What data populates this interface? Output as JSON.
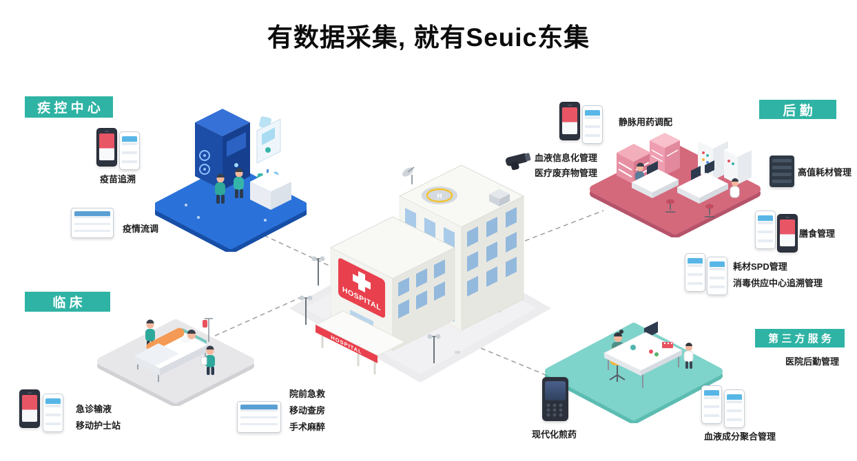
{
  "title": "有数据采集, 就有Seuic东集",
  "badges": {
    "cdc": "疾 控 中 心",
    "logistics": "后 勤",
    "clinical": "临 床",
    "third_party": "第 三 方 服 务"
  },
  "labels": {
    "vaccine_trace": "疫苗追溯",
    "epidemic_survey": "疫情流调",
    "iv_drug_dispensing": "静脉用药调配",
    "blood_info_mgmt": "血液信息化管理",
    "medical_waste_mgmt": "医疗废弃物管理",
    "high_value_consumables_mgmt": "高值耗材管理",
    "meal_mgmt": "膳食管理",
    "consumable_spd_mgmt": "耗材SPD管理",
    "cssd_trace_mgmt": "消毒供应中心追溯管理",
    "hospital_logistics_mgmt": "医院后勤管理",
    "emergency_infusion": "急诊输液",
    "mobile_nurse_station": "移动护士站",
    "prehospital_first_aid": "院前急救",
    "mobile_ward_rounds": "移动查房",
    "surgical_anesthesia": "手术麻醉",
    "modern_decoction": "现代化煎药",
    "blood_component_mgmt": "血液成分聚合管理"
  },
  "hospital": {
    "sign": "HOSPITAL",
    "canopy_sign": "HOSPITAL",
    "helipad_letter": "H"
  },
  "colors": {
    "badge_teal": "#2fb3a4",
    "platform_blue": "#2a72d9",
    "platform_pink": "#d4697c",
    "platform_gray": "#e7e7ea",
    "platform_teal": "#7ed3ca",
    "hospital_red": "#e8414d",
    "dark_device": "#2e3340"
  },
  "icons": {
    "smartphone_dark": "rounded-rect handheld with red app screen",
    "smartphone_white": "rounded-rect handheld with list screen",
    "tablet": "landscape rounded-rect with table screen",
    "ring_scanner": "handheld barcode scanner silhouette",
    "storage_cabinet": "dark slotted cabinet module",
    "rugged_pda": "keypad handheld terminal"
  }
}
